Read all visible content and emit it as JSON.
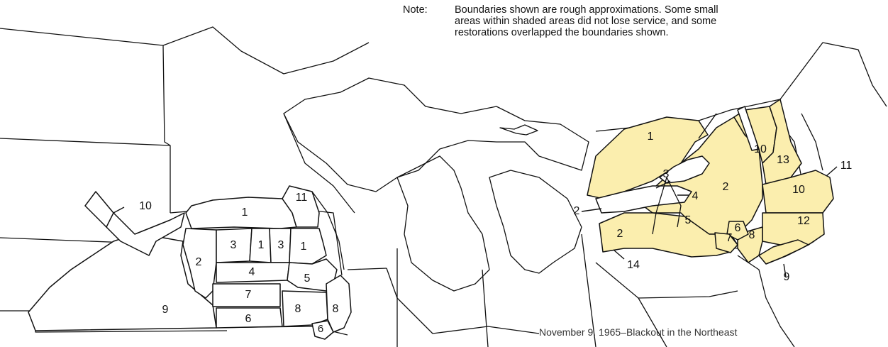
{
  "note": {
    "prefix": "Note:",
    "text": "Boundaries shown are rough approximations. Some small areas within shaded areas did not lose service, and some restorations overlapped the boundaries shown."
  },
  "caption": "November 9, 1965–Blackout in the Northeast",
  "colors": {
    "shaded": "#fbeeae",
    "line": "#111111",
    "background": "#ffffff"
  },
  "west_regions": {
    "r1_top": "1",
    "r11": "11",
    "r10": "10",
    "r2": "2",
    "r3a": "3",
    "r1b": "1",
    "r3b": "3",
    "r1c": "1",
    "r4": "4",
    "r5": "5",
    "r7": "7",
    "r8": "8",
    "r8b": "8",
    "r6": "6",
    "r6b": "6",
    "r9": "9"
  },
  "east_regions": {
    "r1": "1",
    "r3": "3",
    "r4": "4",
    "r2_main": "2",
    "r2_left": "2",
    "r2_lower": "2",
    "r5": "5",
    "r6": "6",
    "r7": "7",
    "r8": "8",
    "r10a": "10",
    "r13": "13",
    "r10b": "10",
    "r11": "11",
    "r12": "12",
    "r9": "9",
    "r14": "14"
  }
}
